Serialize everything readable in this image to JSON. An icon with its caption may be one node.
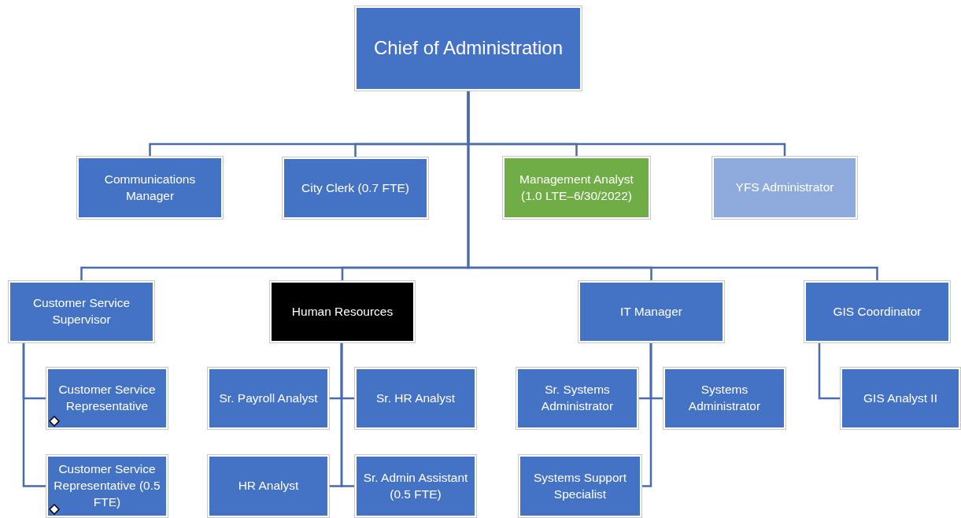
{
  "diagram": {
    "nodes": [
      {
        "text": [
          "Chief of Administration"
        ]
      },
      {
        "text": [
          "Communications Manager"
        ]
      },
      {
        "text": [
          "City Clerk (0.7 FTE)"
        ]
      },
      {
        "text": [
          "Management Analyst (1.0 LTE–6/30/2022)"
        ]
      },
      {
        "text": [
          "YFS Administrator"
        ]
      },
      {
        "text": [
          "Customer Service Supervisor"
        ]
      },
      {
        "text": [
          "Human Resources"
        ]
      },
      {
        "text": [
          "Customer Service Representative"
        ]
      },
      {
        "text": [
          "Customer Service Representative (0.5 FTE)"
        ]
      },
      {
        "text": [
          "Sr. Payroll Analyst"
        ]
      },
      {
        "text": [
          "Sr. HR Analyst"
        ]
      },
      {
        "text": [
          "HR Analyst"
        ]
      },
      {
        "text": [
          "Sr. Admin Assistant (0.5 FTE)"
        ]
      },
      {
        "text": [
          "IT Manager"
        ]
      },
      {
        "text": [
          "GIS Coordinator"
        ]
      },
      {
        "text": [
          "Sr. Systems Administrator"
        ]
      },
      {
        "text": [
          "Systems Administrator"
        ]
      },
      {
        "text": [
          "Systems Support Specialist"
        ]
      },
      {
        "text": [
          "GIS Analyst II"
        ]
      }
    ],
    "edges": [
      {
        "from": 0,
        "to": 1,
        "arrow": "none"
      },
      {
        "from": 0,
        "to": 2,
        "arrow": "none"
      },
      {
        "from": 0,
        "to": 3,
        "arrow": "none"
      },
      {
        "from": 0,
        "to": 4,
        "arrow": "none"
      },
      {
        "from": 0,
        "to": 5,
        "arrow": "none"
      },
      {
        "from": 0,
        "to": 6,
        "arrow": "none"
      },
      {
        "from": 0,
        "to": 13,
        "arrow": "none"
      },
      {
        "from": 0,
        "to": 14,
        "arrow": "none"
      },
      {
        "from": 5,
        "to": 7,
        "arrow": "none"
      },
      {
        "from": 5,
        "to": 8,
        "arrow": "none"
      },
      {
        "from": 6,
        "to": 9,
        "arrow": "none"
      },
      {
        "from": 6,
        "to": 10,
        "arrow": "none"
      },
      {
        "from": 6,
        "to": 11,
        "arrow": "none"
      },
      {
        "from": 6,
        "to": 12,
        "arrow": "none"
      },
      {
        "from": 13,
        "to": 15,
        "arrow": "none"
      },
      {
        "from": 13,
        "to": 16,
        "arrow": "none"
      },
      {
        "from": 13,
        "to": 17,
        "arrow": "none"
      },
      {
        "from": 14,
        "to": 18,
        "arrow": "none"
      }
    ]
  }
}
